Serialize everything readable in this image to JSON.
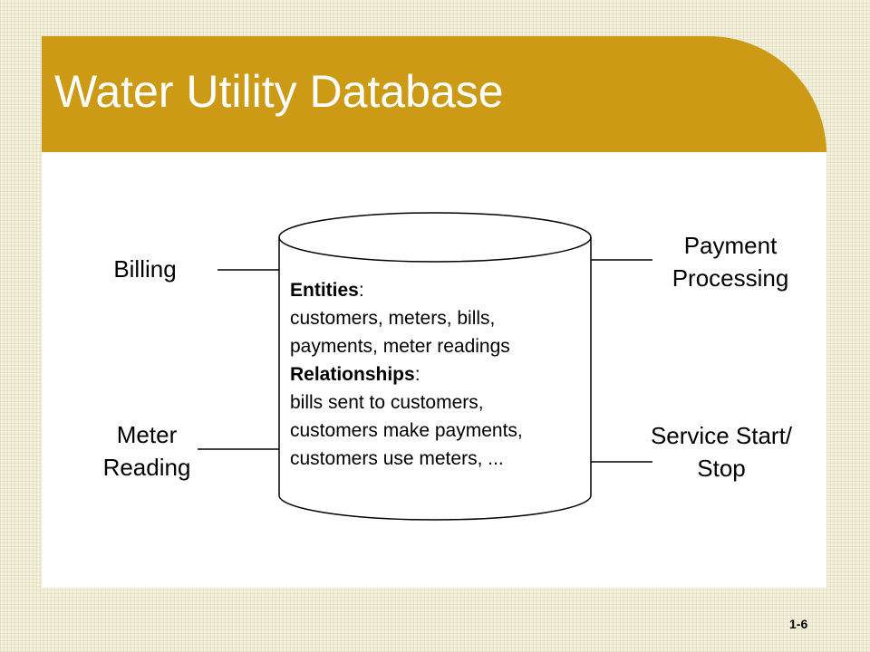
{
  "title": "Water Utility Database",
  "database": {
    "entities_heading": "Entities",
    "entities_lines": [
      "customers, meters, bills,",
      "payments, meter readings"
    ],
    "relationships_heading": "Relationships",
    "relationships_lines": [
      "bills sent to customers,",
      "customers make payments,",
      "customers use meters, ..."
    ]
  },
  "nodes": {
    "billing": [
      "Billing"
    ],
    "meter_reading": [
      "Meter",
      "Reading"
    ],
    "payment_processing": [
      "Payment",
      "Processing"
    ],
    "service_start_stop": [
      "Service Start/",
      "Stop"
    ]
  },
  "page_number": "1-6",
  "colors": {
    "title_band": "#cc9a14",
    "title_text": "#ffffff",
    "background": "#f3f0dc"
  }
}
